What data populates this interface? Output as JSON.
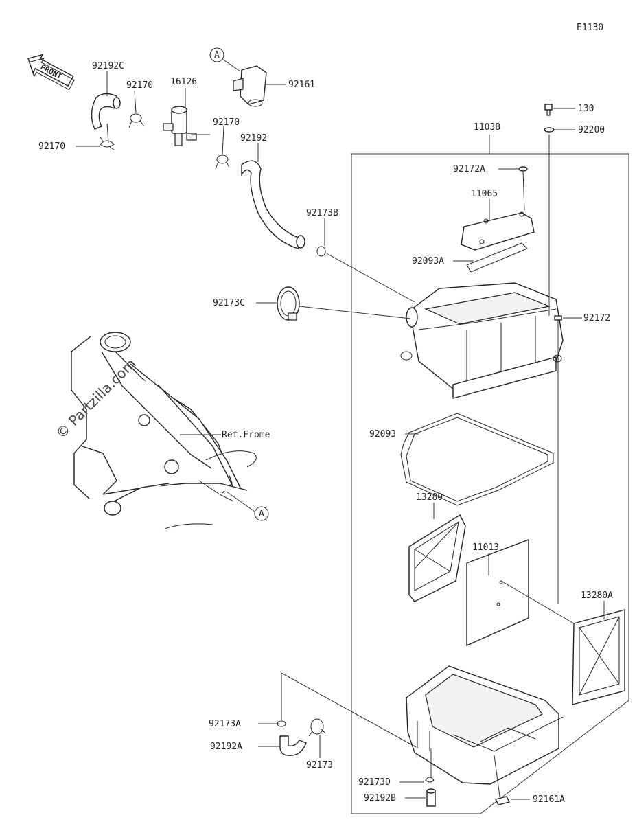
{
  "diagram_code": "E1130",
  "front_label": "FRONT",
  "ref_text": "Ref.Frome",
  "ref_marker": "A",
  "watermark": "© Partzilla.com",
  "parts": [
    {
      "id": "92192C",
      "name": "label-92192C"
    },
    {
      "id": "92170",
      "name": "label-92170-a"
    },
    {
      "id": "16126",
      "name": "label-16126"
    },
    {
      "id": "92161",
      "name": "label-92161"
    },
    {
      "id": "92170",
      "name": "label-92170-b"
    },
    {
      "id": "92170",
      "name": "label-92170-c"
    },
    {
      "id": "92192",
      "name": "label-92192"
    },
    {
      "id": "130",
      "name": "label-130"
    },
    {
      "id": "92200",
      "name": "label-92200"
    },
    {
      "id": "11038",
      "name": "label-11038"
    },
    {
      "id": "92172A",
      "name": "label-92172A"
    },
    {
      "id": "11065",
      "name": "label-11065"
    },
    {
      "id": "92173B",
      "name": "label-92173B"
    },
    {
      "id": "92093A",
      "name": "label-92093A"
    },
    {
      "id": "92173C",
      "name": "label-92173C"
    },
    {
      "id": "92172",
      "name": "label-92172"
    },
    {
      "id": "92093",
      "name": "label-92093"
    },
    {
      "id": "13280",
      "name": "label-13280"
    },
    {
      "id": "11013",
      "name": "label-11013"
    },
    {
      "id": "13280A",
      "name": "label-13280A"
    },
    {
      "id": "92173A",
      "name": "label-92173A"
    },
    {
      "id": "92192A",
      "name": "label-92192A"
    },
    {
      "id": "92173",
      "name": "label-92173"
    },
    {
      "id": "92173D",
      "name": "label-92173D"
    },
    {
      "id": "92192B",
      "name": "label-92192B"
    },
    {
      "id": "92161A",
      "name": "label-92161A"
    }
  ]
}
